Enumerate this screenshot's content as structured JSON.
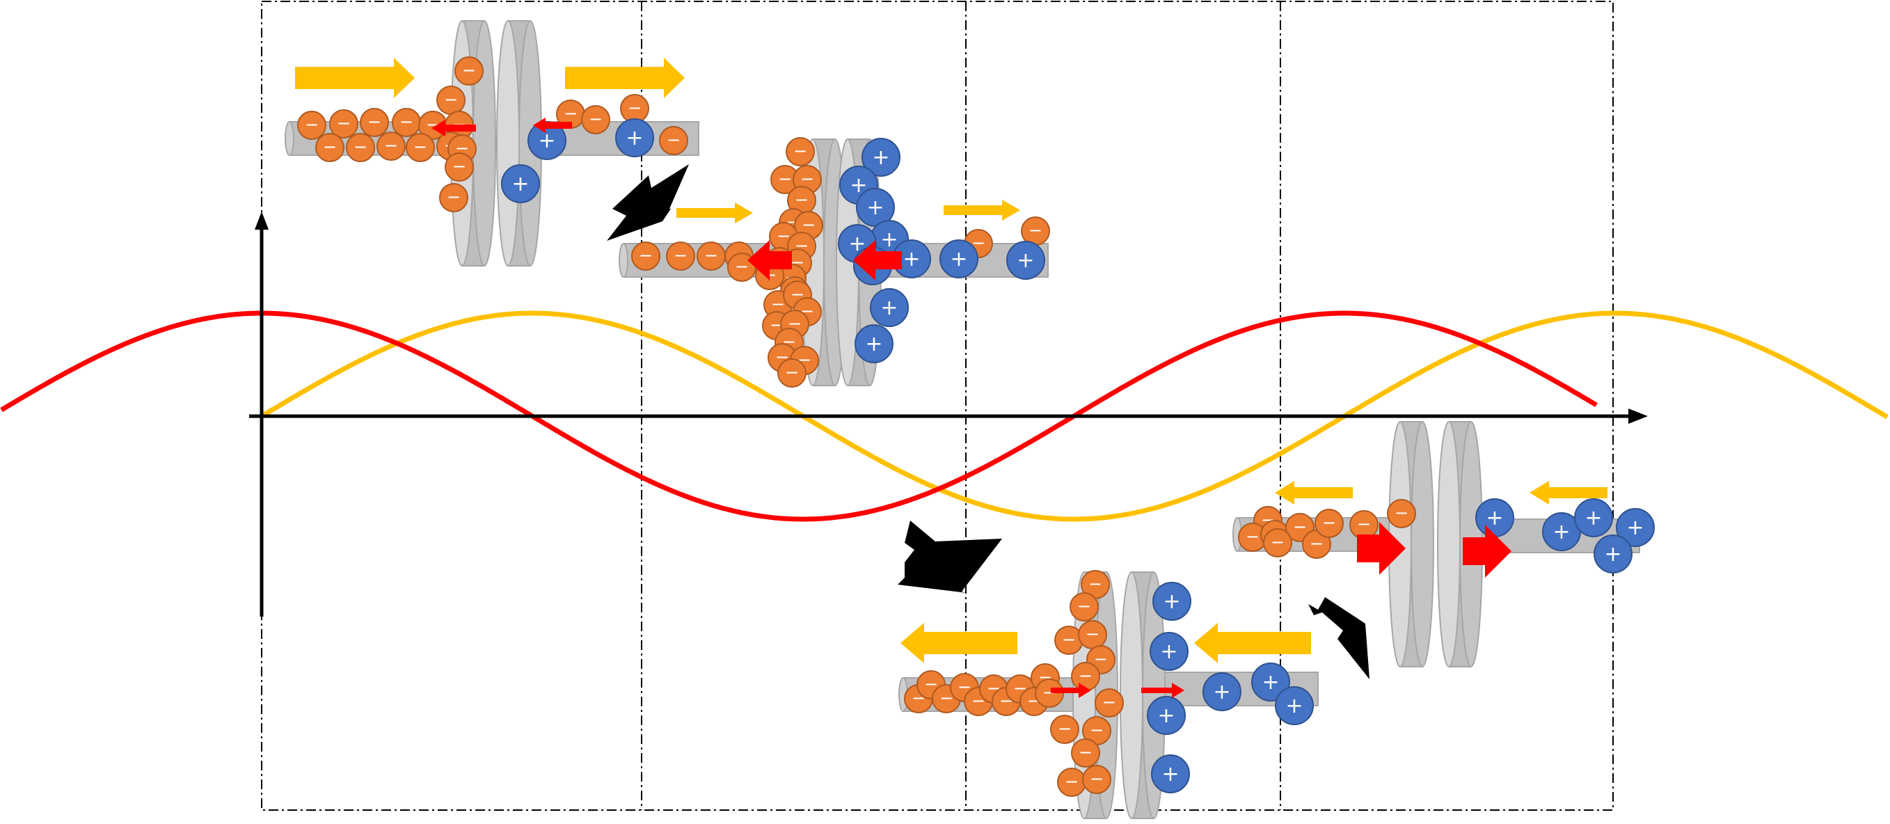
{
  "colors": {
    "background": "#ffffff",
    "negative_charge_fill": "#ed7d31",
    "negative_charge_stroke": "#ae5a21",
    "positive_charge_fill": "#4472c4",
    "positive_charge_stroke": "#2f528f",
    "electron_flow_arrow": "#ffc000",
    "field_arrow": "#ff0000",
    "transition_arrow": "#000000",
    "voltage_curve": "#ff0000",
    "current_curve": "#ffc000",
    "axis": "#000000",
    "conductor_fill": "#bfbfbf",
    "conductor_edge": "#a6a6a6",
    "plate_fill": "#d9d9d9",
    "divider_line": "#000000"
  },
  "symbols": {
    "negative": "−",
    "positive": "+"
  },
  "icons": {
    "negative_charge": "minus-circle-icon",
    "positive_charge": "plus-circle-icon",
    "flow_arrow": "block-arrow-icon",
    "transition_arrow": "curved-block-arrow-icon"
  },
  "diagram": {
    "curves": [
      {
        "id": "red",
        "color": "#ff0000",
        "phase": "cosine"
      },
      {
        "id": "yellow",
        "color": "#ffc000",
        "phase": "sine"
      }
    ],
    "phase_sections": 4
  }
}
